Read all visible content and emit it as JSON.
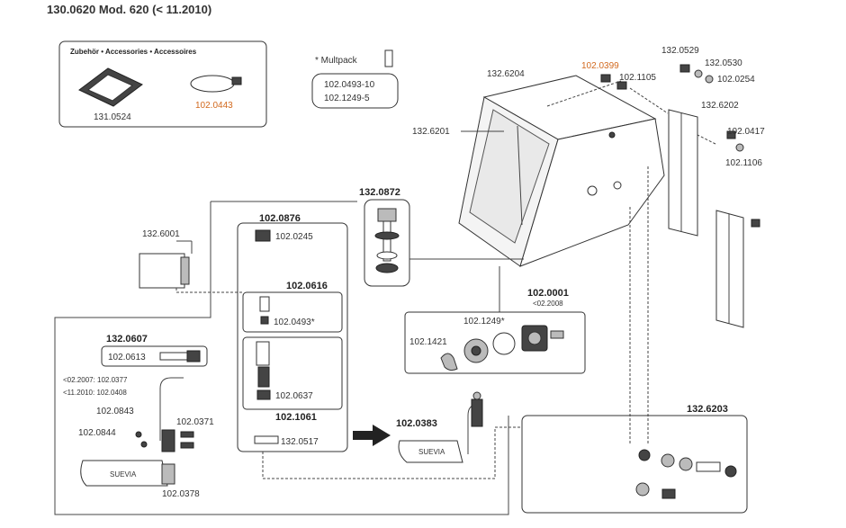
{
  "title": "130.0620 Mod. 620 (< 11.2010)",
  "accessories": {
    "heading": "Zubehör • Accessories • Accessoires",
    "items": [
      "131.0524",
      "102.0443"
    ]
  },
  "multipack": {
    "label": "* Multpack",
    "items": [
      "102.0493-10",
      "102.1249-5"
    ]
  },
  "housing": {
    "labels": [
      "132.6204",
      "132.6201",
      "102.0399",
      "102.1105",
      "132.0529",
      "132.0530",
      "102.0254",
      "132.6202",
      "102.0417",
      "102.1106"
    ]
  },
  "group_0872": {
    "label": "132.0872"
  },
  "group_0001": {
    "label": "102.0001",
    "note": "<02.2008",
    "parts": [
      "102.1249*",
      "102.1421"
    ]
  },
  "group_0876": {
    "label": "102.0876",
    "parts": [
      "102.0245"
    ],
    "sub_0616": {
      "label": "102.0616",
      "parts": [
        "102.0493*"
      ]
    },
    "sub_1061": {
      "label": "102.1061",
      "parts": [
        "102.0637"
      ]
    },
    "bottom": "132.0517"
  },
  "panel_6001": {
    "label": "132.6001"
  },
  "group_0607": {
    "label": "132.0607",
    "part": "102.0613",
    "notes": [
      "<02.2007: 102.0377",
      "<11.2010: 102.0408"
    ],
    "parts": [
      "102.0843",
      "102.0844",
      "102.0371",
      "102.0378"
    ],
    "brand": "SUEVIA"
  },
  "group_0383": {
    "label": "102.0383",
    "brand": "SUEVIA"
  },
  "group_6203": {
    "label": "132.6203"
  }
}
